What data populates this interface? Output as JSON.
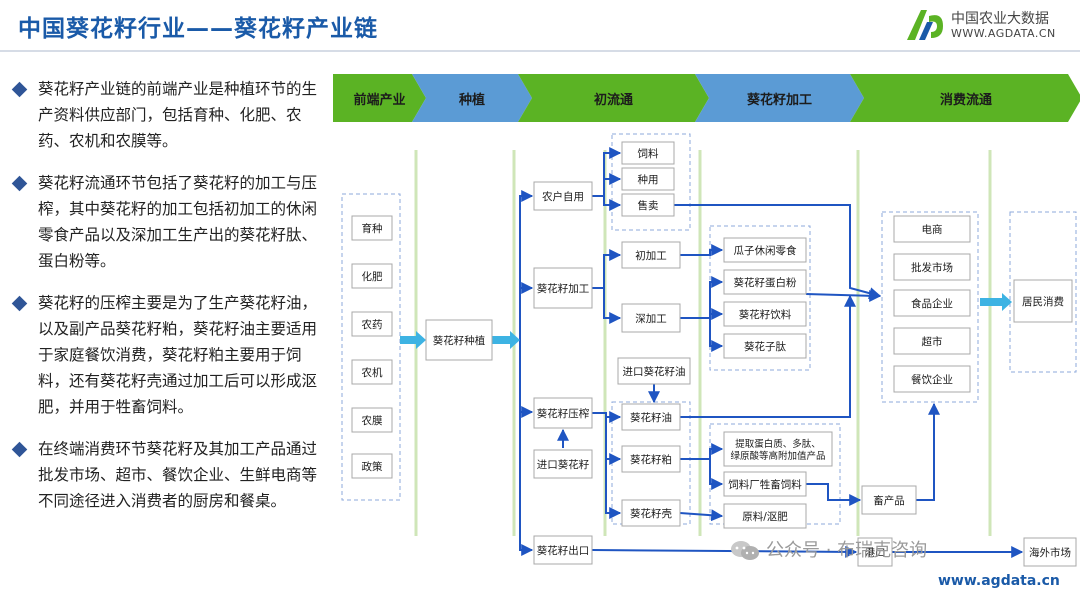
{
  "header": {
    "title": "中国葵花籽行业——葵花籽产业链",
    "logo_cn": "中国农业大数据",
    "logo_en": "WWW.AGDATA.CN",
    "colors": {
      "title": "#1a5aa8",
      "logo_green": "#5bb324",
      "logo_blue": "#1a5aa8"
    }
  },
  "bullets": [
    "葵花籽产业链的前端产业是种植环节的生产资料供应部门，包括育种、化肥、农药、农机和农膜等。",
    "葵花籽流通环节包括了葵花籽的加工与压榨，其中葵花籽的加工包括初加工的休闲零食产品以及深加工生产出的葵花籽肽、蛋白粉等。",
    "葵花籽的压榨主要是为了生产葵花籽油，以及副产品葵花籽粕，葵花籽油主要适用于家庭餐饮消费，葵花籽粕主要用于饲料，还有葵花籽壳通过加工后可以形成沤肥，并用于牲畜饲料。",
    "在终端消费环节葵花籽及其加工产品通过批发市场、超市、餐饮企业、生鲜电商等不同途径进入消费者的厨房和餐桌。"
  ],
  "stages": [
    "前端产业",
    "种植",
    "初流通",
    "葵花籽加工",
    "消费流通"
  ],
  "inputs": [
    "育种",
    "化肥",
    "农药",
    "农机",
    "农膜",
    "政策"
  ],
  "nodes": {
    "plant": "葵花籽种植",
    "self_use": "农户自用",
    "feed": "饲料",
    "seed_use": "种用",
    "sell": "售卖",
    "process": "葵花籽加工",
    "primary": "初加工",
    "deep": "深加工",
    "snack": "瓜子休闲零食",
    "protein": "葵花籽蛋白粉",
    "drink": "葵花籽饮料",
    "peptide": "葵花子肽",
    "import_oil": "进口葵花籽油",
    "press": "葵花籽压榨",
    "import_seed": "进口葵花籽",
    "oil": "葵花籽油",
    "meal": "葵花籽粕",
    "shell": "葵花籽壳",
    "extract": "提取蛋白质、多肽、绿原酸等高附加值产品",
    "feed_factory": "饲料厂牲畜饲料",
    "compost": "原料/沤肥",
    "export": "葵花籽出口",
    "port": "港口",
    "livestock": "畜产品",
    "overseas": "海外市场",
    "ecommerce": "电商",
    "wholesale": "批发市场",
    "food_co": "食品企业",
    "supermarket": "超市",
    "catering": "餐饮企业",
    "resident": "居民消费"
  },
  "watermark": "公众号 · 布瑞克咨询",
  "footer_url": "www.agdata.cn",
  "palette": {
    "green": "#5bb324",
    "blue": "#5b9bd5",
    "line": "#1f55c2",
    "cyan": "#3db3e3",
    "vline": "#cfe6b8",
    "dash": "#8ea9db"
  }
}
